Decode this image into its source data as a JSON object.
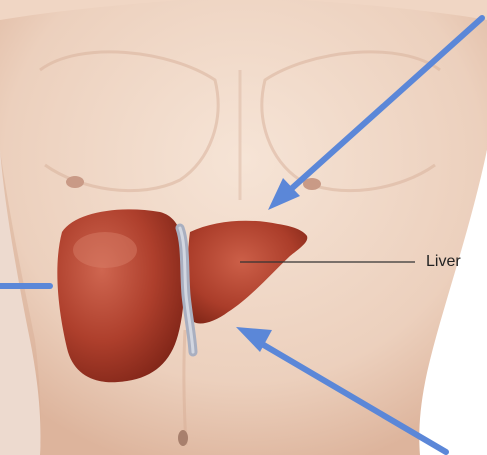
{
  "labels": {
    "liver": "Liver"
  },
  "colors": {
    "skin_light": "#f4dfd0",
    "skin_mid": "#e8c8b3",
    "skin_shadow": "#d7ad95",
    "liver_main": "#b0412e",
    "liver_dark": "#7e2417",
    "liver_highlight": "#d4705a",
    "ligament": "#a9afc0",
    "arrow": "#5b87d8",
    "leader_line": "#333333"
  },
  "icons": {
    "arrows": [
      "arrow-upper-right",
      "arrow-left",
      "arrow-lower-right"
    ]
  }
}
